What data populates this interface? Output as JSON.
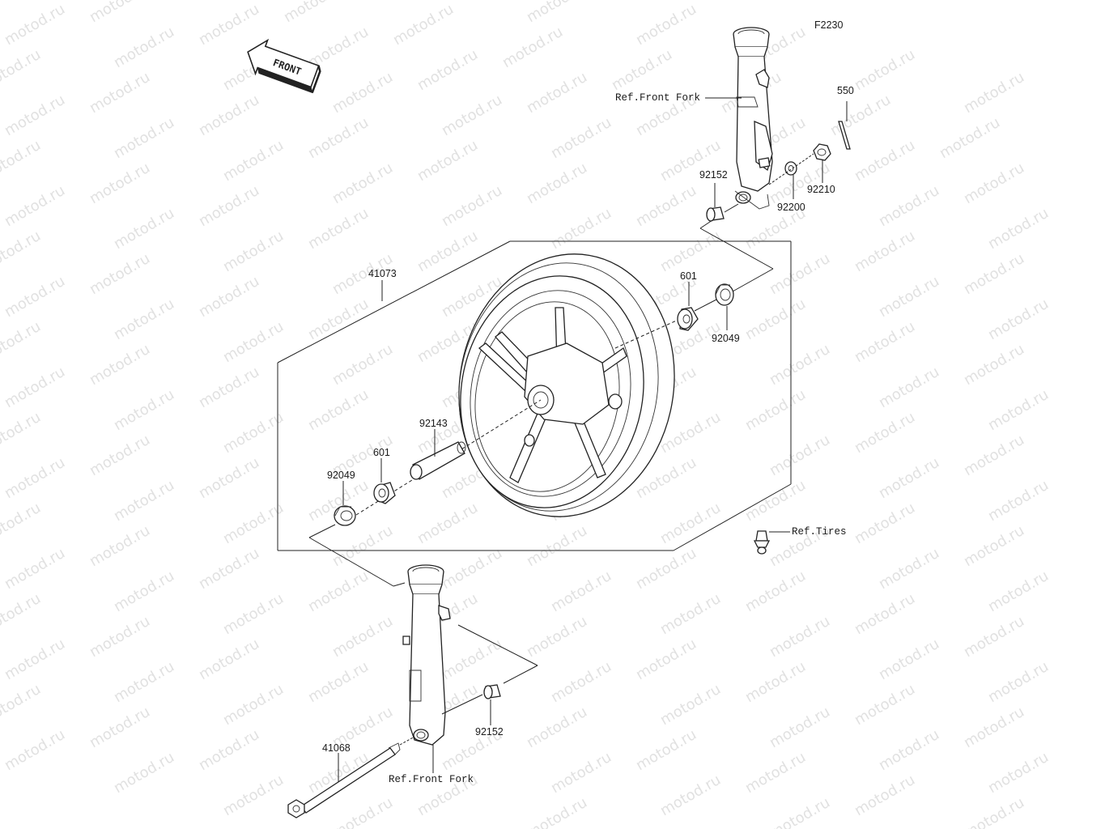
{
  "diagram_code": "F2230",
  "front_arrow": {
    "text": "FRONT"
  },
  "watermark": {
    "text": "motod.ru"
  },
  "labels": {
    "ref_front_fork_top": "Ref.Front Fork",
    "ref_front_fork_bottom": "Ref.Front Fork",
    "ref_tires": "Ref.Tires",
    "p550": "550",
    "p92152_top": "92152",
    "p92200": "92200",
    "p92210": "92210",
    "p41073": "41073",
    "p601_right": "601",
    "p92049_right": "92049",
    "p92143": "92143",
    "p601_left": "601",
    "p92049_left": "92049",
    "p92152_bottom": "92152",
    "p41068": "41068"
  }
}
